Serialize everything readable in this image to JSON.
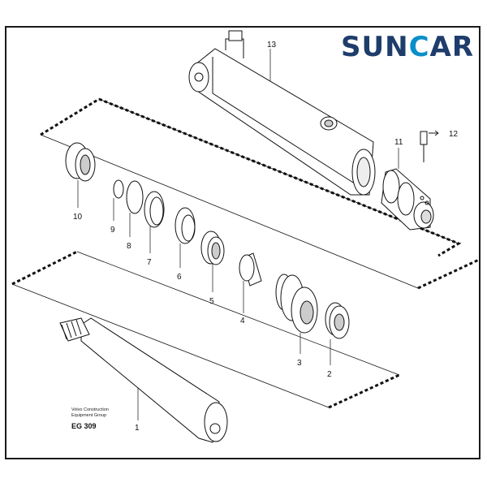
{
  "logo": {
    "prefix": "SUN",
    "accent": "C",
    "suffix": "AR",
    "brand_color": "#1e3d6b",
    "accent_color": "#0a8fc8"
  },
  "credit": {
    "line1": "Volvo Construction",
    "line2": "Equipment Group"
  },
  "figure_code": "EG 309",
  "callouts": {
    "c1": "1",
    "c2": "2",
    "c3": "3",
    "c4": "4",
    "c5": "5",
    "c6": "6",
    "c7": "7",
    "c8": "8",
    "c9": "9",
    "c10": "10",
    "c11": "11",
    "c12": "12",
    "c13": "13"
  }
}
